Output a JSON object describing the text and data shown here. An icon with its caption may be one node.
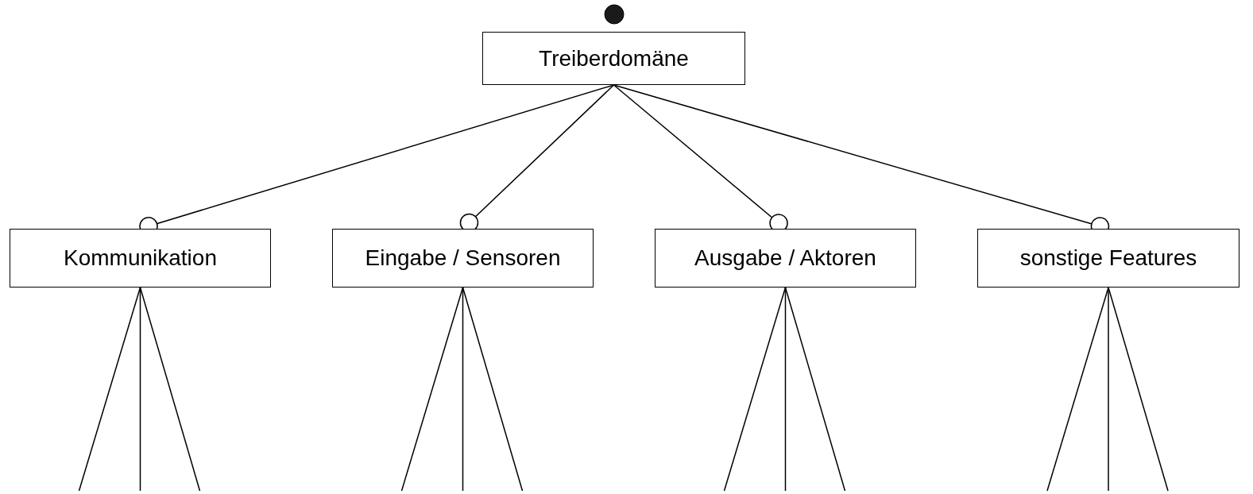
{
  "diagram": {
    "nodes": [
      {
        "text": [
          "Treiberdomäne"
        ]
      },
      {
        "text": [
          "Kommunikation"
        ]
      },
      {
        "text": [
          "Eingabe / Sensoren"
        ]
      },
      {
        "text": [
          "Ausgabe / Aktoren"
        ]
      },
      {
        "text": [
          "sonstige Features"
        ]
      }
    ],
    "edges": [
      {
        "from": 0,
        "to": 1,
        "arrow": "other"
      },
      {
        "from": 0,
        "to": 2,
        "arrow": "other"
      },
      {
        "from": 0,
        "to": 3,
        "arrow": "other"
      },
      {
        "from": 0,
        "to": 4,
        "arrow": "other"
      },
      {
        "from": 1,
        "to": null,
        "arrow": "none"
      },
      {
        "from": 1,
        "to": null,
        "arrow": "none"
      },
      {
        "from": 1,
        "to": null,
        "arrow": "none"
      },
      {
        "from": 2,
        "to": null,
        "arrow": "none"
      },
      {
        "from": 2,
        "to": null,
        "arrow": "none"
      },
      {
        "from": 2,
        "to": null,
        "arrow": "none"
      },
      {
        "from": 3,
        "to": null,
        "arrow": "none"
      },
      {
        "from": 3,
        "to": null,
        "arrow": "none"
      },
      {
        "from": 3,
        "to": null,
        "arrow": "none"
      },
      {
        "from": 4,
        "to": null,
        "arrow": "none"
      },
      {
        "from": 4,
        "to": null,
        "arrow": "none"
      },
      {
        "from": 4,
        "to": null,
        "arrow": "none"
      }
    ]
  }
}
